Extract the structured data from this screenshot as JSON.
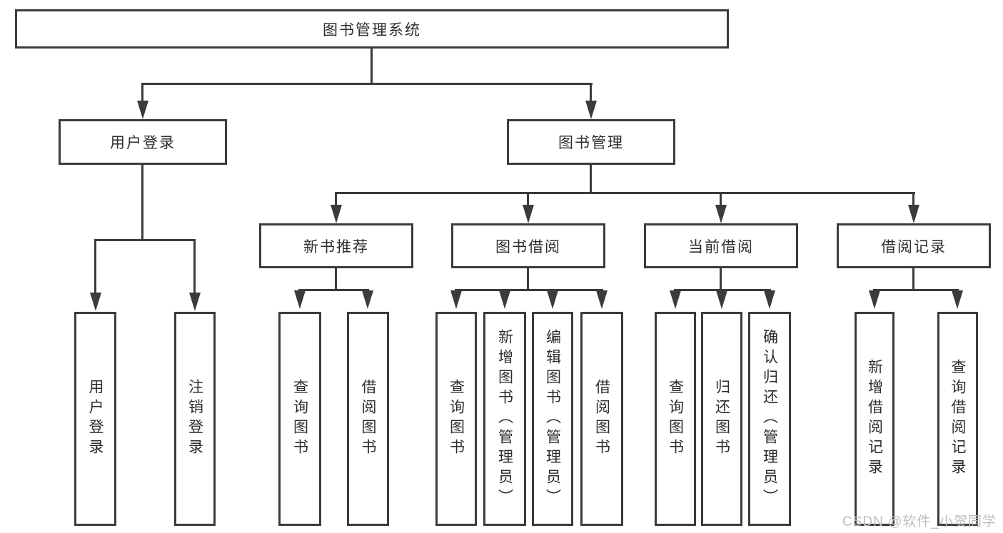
{
  "tree": {
    "label": "图书管理系统",
    "children": [
      {
        "label": "用户登录",
        "children": [
          {
            "label": "用户登录"
          },
          {
            "label": "注销登录"
          }
        ]
      },
      {
        "label": "图书管理",
        "children": [
          {
            "label": "新书推荐",
            "children": [
              {
                "label": "查询图书"
              },
              {
                "label": "借阅图书"
              }
            ]
          },
          {
            "label": "图书借阅",
            "children": [
              {
                "label": "查询图书"
              },
              {
                "label": "新增图书（管理员）"
              },
              {
                "label": "编辑图书（管理员）"
              },
              {
                "label": "借阅图书"
              }
            ]
          },
          {
            "label": "当前借阅",
            "children": [
              {
                "label": "查询图书"
              },
              {
                "label": "归还图书"
              },
              {
                "label": "确认归还（管理员）"
              }
            ]
          },
          {
            "label": "借阅记录",
            "children": [
              {
                "label": "新增借阅记录"
              },
              {
                "label": "查询借阅记录"
              }
            ]
          }
        ]
      }
    ]
  },
  "watermark": {
    "text": "CSDN @软件_小贺同学"
  },
  "colors": {
    "line": "#3b3b3b",
    "text": "#2d2d2d",
    "watermark": "#bdbdbb",
    "background": "#ffffff"
  }
}
